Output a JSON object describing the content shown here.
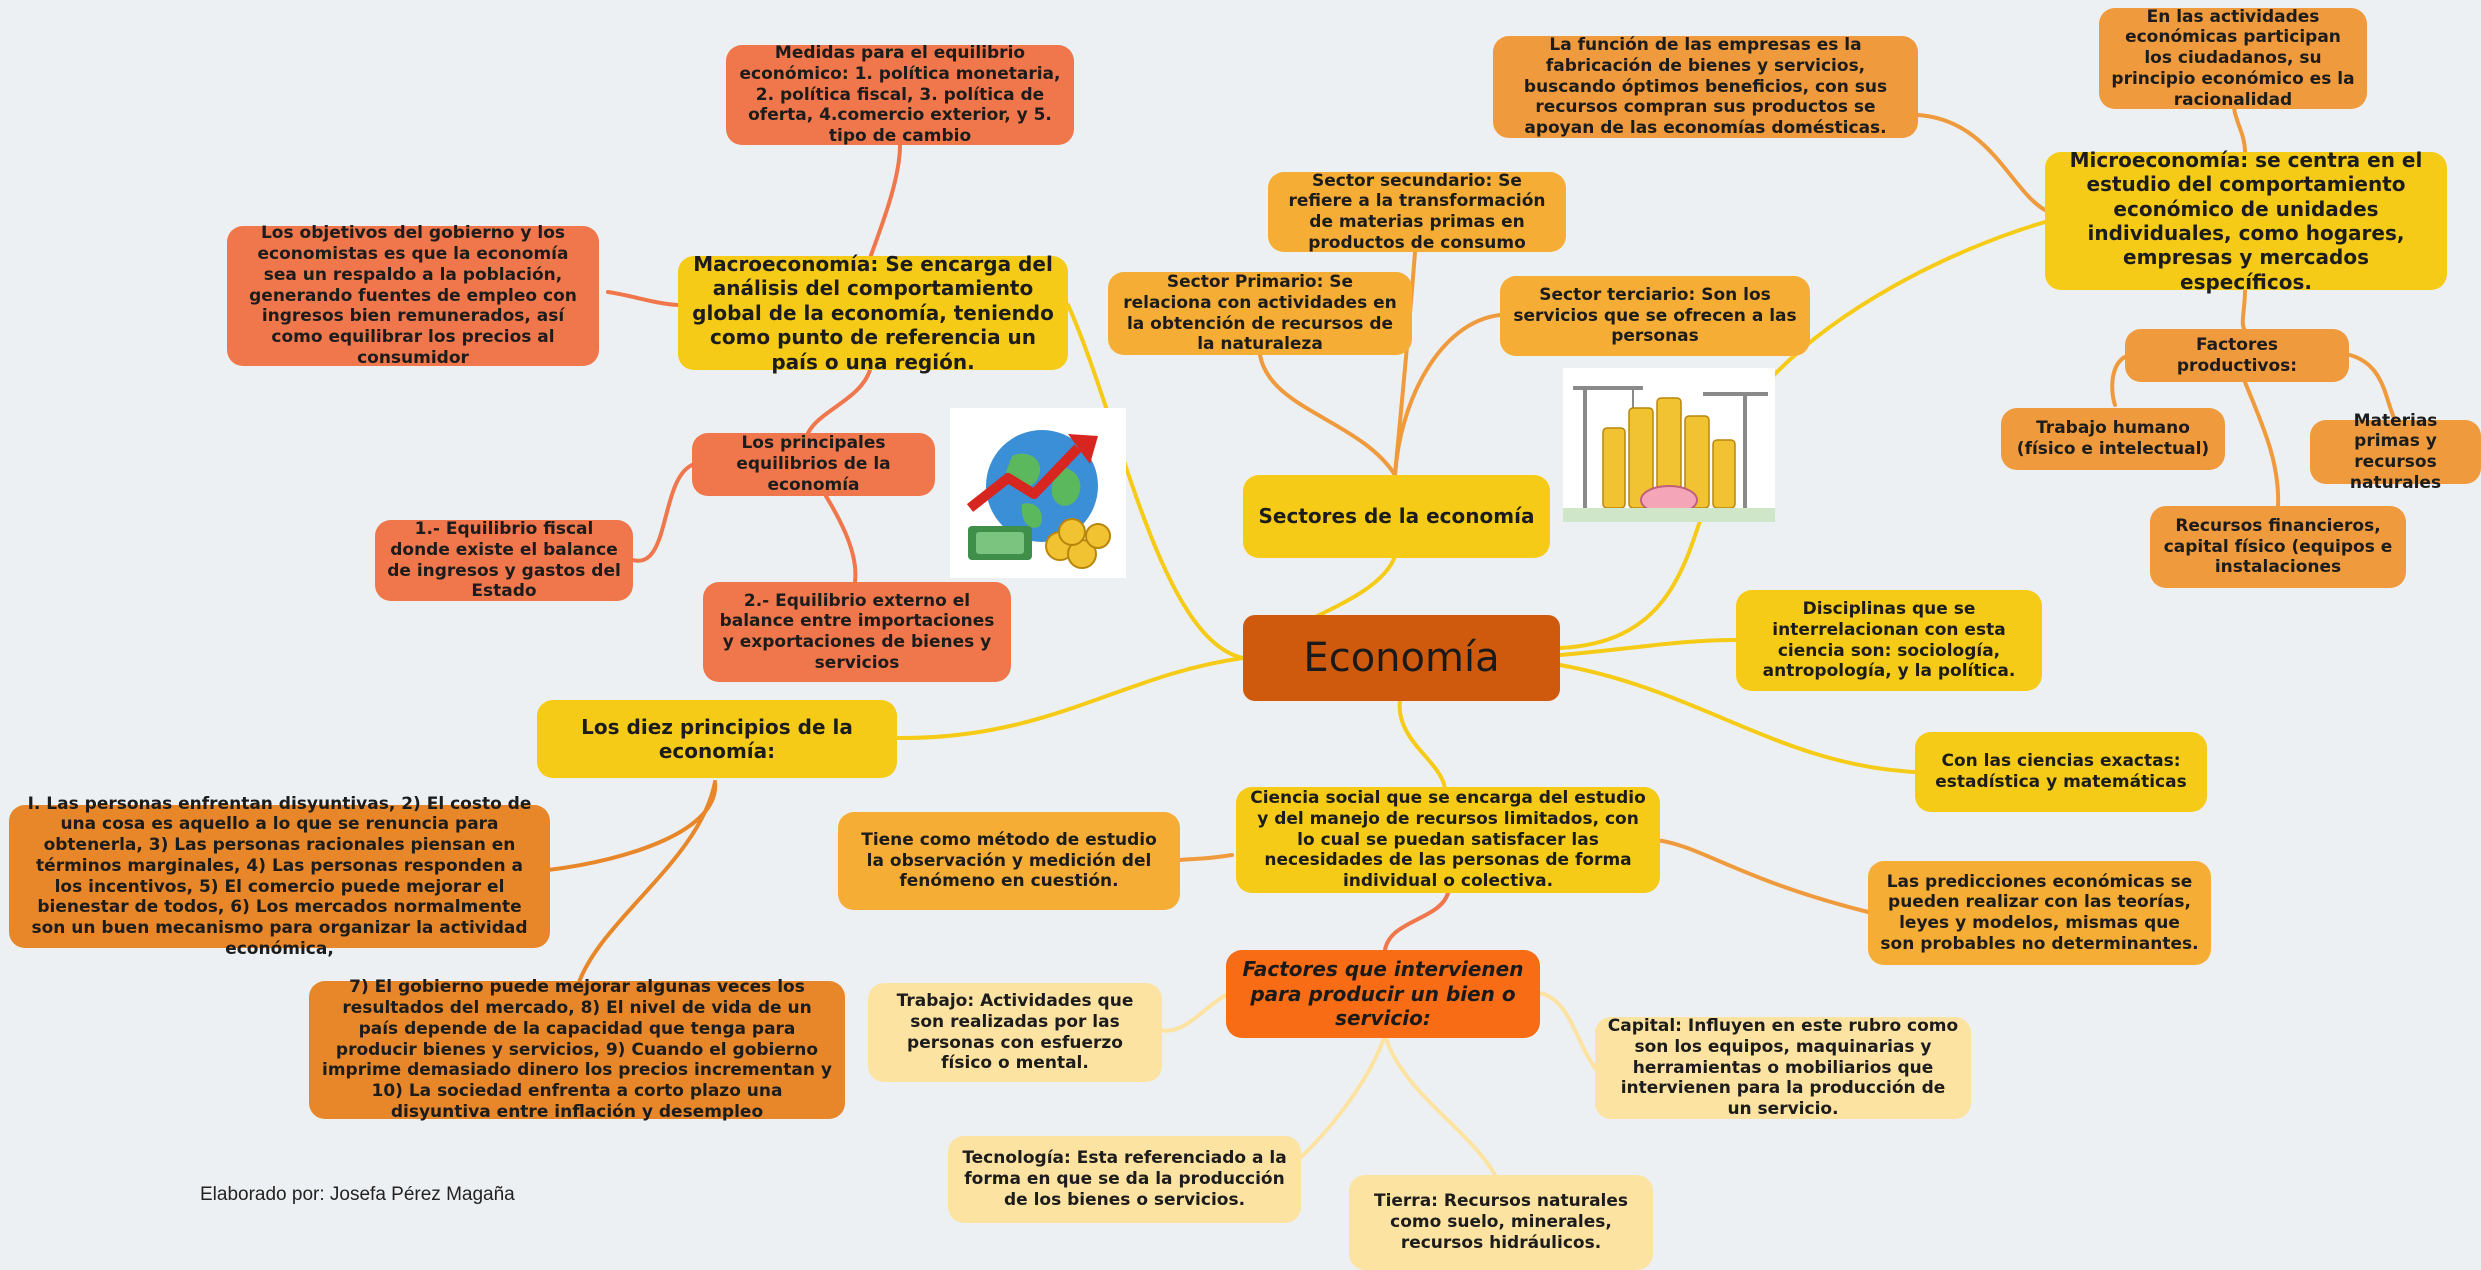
{
  "center": "Economía",
  "macro": {
    "title": "Macroeconomía: Se encarga del análisis del comportamiento global de la economía, teniendo como punto de referencia un país o una región.",
    "medidas": "Medidas para el equilibrio económico: 1. política monetaria, 2. política fiscal, 3. política de oferta, 4.comercio exterior, y 5. tipo de cambio",
    "objetivos": "Los objetivos del gobierno y los economistas es que la economía sea un respaldo a la población, generando fuentes de empleo con ingresos bien remunerados, así como equilibrar los precios al consumidor",
    "equilibrios": "Los principales equilibrios de la economía",
    "eq_fiscal": "1.- Equilibrio fiscal donde existe el balance de ingresos y gastos del Estado",
    "eq_externo": "2.- Equilibrio externo el balance entre importaciones y exportaciones de bienes y servicios"
  },
  "principios": {
    "title": "Los diez principios de la economía:",
    "p1": "I. Las personas enfrentan disyuntivas, 2) El costo de una cosa es aquello a lo que se renuncia para obtenerla, 3) Las personas racionales piensan en términos marginales, 4) Las personas responden a los incentivos, 5) El comercio puede mejorar el bienestar de todos, 6) Los mercados normalmente son un buen mecanismo para organizar la actividad económica,",
    "p2": "7) El gobierno puede mejorar algunas veces los resultados del mercado, 8) El nivel de vida de un país depende de la capacidad que tenga para producir bienes y servicios, 9) Cuando el gobierno imprime demasiado dinero los precios incrementan y 10) La sociedad enfrenta a corto plazo una disyuntiva entre inflación y desempleo"
  },
  "sectores": {
    "title": "Sectores de la economía",
    "primario": "Sector Primario: Se relaciona con actividades en la obtención de recursos de la naturaleza",
    "secundario": "Sector secundario: Se refiere a la transformación de materias primas en productos de consumo",
    "terciario": "Sector terciario: Son los servicios que se ofrecen a las personas"
  },
  "micro": {
    "title": "Microeconomía: se centra en el estudio del comportamiento económico de unidades individuales, como hogares, empresas y mercados específicos.",
    "empresas": "La función de las empresas es la fabricación de bienes y servicios, buscando óptimos beneficios, con sus recursos compran sus productos se apoyan de las economías domésticas.",
    "ciudadanos": "En las actividades económicas participan los ciudadanos, su principio económico es la racionalidad",
    "factores_prod": "Factores productivos:",
    "trabajo_humano": "Trabajo humano (físico e intelectual)",
    "materias": "Materias primas y recursos naturales",
    "financieros": "Recursos financieros, capital físico (equipos e instalaciones"
  },
  "disciplinas": "Disciplinas que se interrelacionan con esta ciencia son: sociología, antropología, y la política.",
  "exactas": "Con las ciencias exactas: estadística y matemáticas",
  "predicciones": "Las predicciones económicas se pueden realizar con las teorías, leyes y modelos, mismas que son probables no determinantes.",
  "definicion": "Ciencia social que se encarga del estudio y del manejo de recursos limitados, con lo cual se puedan satisfacer las necesidades de las personas de forma individual o colectiva.",
  "metodo": "Tiene como método de estudio la observación y medición del fenómeno en cuestión.",
  "factores": {
    "title": "Factores que intervienen para producir un bien o servicio:",
    "trabajo": "Trabajo: Actividades que son realizadas por las personas con esfuerzo físico o mental.",
    "capital": "Capital: Influyen en este rubro como son los equipos, maquinarias y herramientas o mobiliarios que intervienen para la producción de un servicio.",
    "tecnologia": "Tecnología: Esta referenciado a la forma en que se da la producción de los bienes o servicios.",
    "tierra": "Tierra: Recursos naturales como suelo, minerales, recursos hidráulicos."
  },
  "author": "Elaborado por: Josefa Pérez Magaña",
  "colors": {
    "background": "#edf0f2",
    "center": "#cf5a0e",
    "yellow": "#f5cb17",
    "orange": "#ef9a3d",
    "coral": "#f0774b",
    "amber": "#f6ad35",
    "pale": "#fde3a2",
    "factores": "#f76c14"
  }
}
